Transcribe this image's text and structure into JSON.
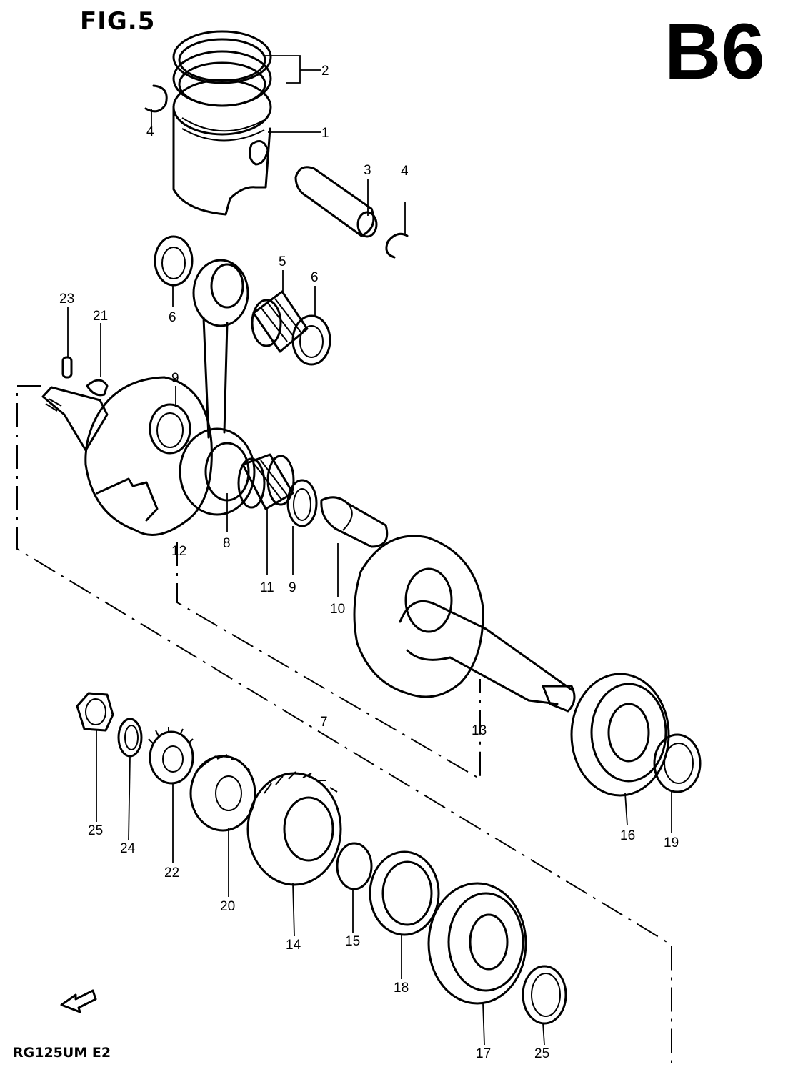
{
  "header": {
    "figure_title": "FIG.5",
    "page_code": "B6"
  },
  "footer": {
    "model_code": "RG125UM E2"
  },
  "parts": [
    {
      "no": "1",
      "name": "piston"
    },
    {
      "no": "2",
      "name": "piston-ring"
    },
    {
      "no": "3",
      "name": "piston-pin"
    },
    {
      "no": "4",
      "name": "circlip"
    },
    {
      "no": "5",
      "name": "small-end-bearing"
    },
    {
      "no": "6",
      "name": "washer"
    },
    {
      "no": "7",
      "name": "crankshaft-assy"
    },
    {
      "no": "8",
      "name": "conrod"
    },
    {
      "no": "9",
      "name": "washer"
    },
    {
      "no": "10",
      "name": "crank-pin"
    },
    {
      "no": "11",
      "name": "big-end-bearing"
    },
    {
      "no": "12",
      "name": "crank-half-left"
    },
    {
      "no": "13",
      "name": "crank-half-right"
    },
    {
      "no": "14",
      "name": "primary-drive-gear"
    },
    {
      "no": "15",
      "name": "circlip"
    },
    {
      "no": "16",
      "name": "bearing"
    },
    {
      "no": "17",
      "name": "bearing"
    },
    {
      "no": "18",
      "name": "oil-seal"
    },
    {
      "no": "19",
      "name": "oil-seal"
    },
    {
      "no": "20",
      "name": "gear"
    },
    {
      "no": "21",
      "name": "key"
    },
    {
      "no": "22",
      "name": "gear"
    },
    {
      "no": "23",
      "name": "pin"
    },
    {
      "no": "24",
      "name": "washer"
    },
    {
      "no": "25",
      "name": "nut"
    }
  ],
  "callouts": {
    "n1": "1",
    "n2": "2",
    "n3": "3",
    "n4a": "4",
    "n4b": "4",
    "n5": "5",
    "n6a": "6",
    "n6b": "6",
    "n7": "7",
    "n8": "8",
    "n9a": "9",
    "n9b": "9",
    "n10": "10",
    "n11": "11",
    "n12": "12",
    "n13": "13",
    "n14": "14",
    "n15": "15",
    "n16": "16",
    "n17": "17",
    "n18": "18",
    "n19": "19",
    "n20": "20",
    "n21": "21",
    "n22": "22",
    "n23": "23",
    "n24": "24",
    "n25a": "25",
    "n25b": "25"
  }
}
